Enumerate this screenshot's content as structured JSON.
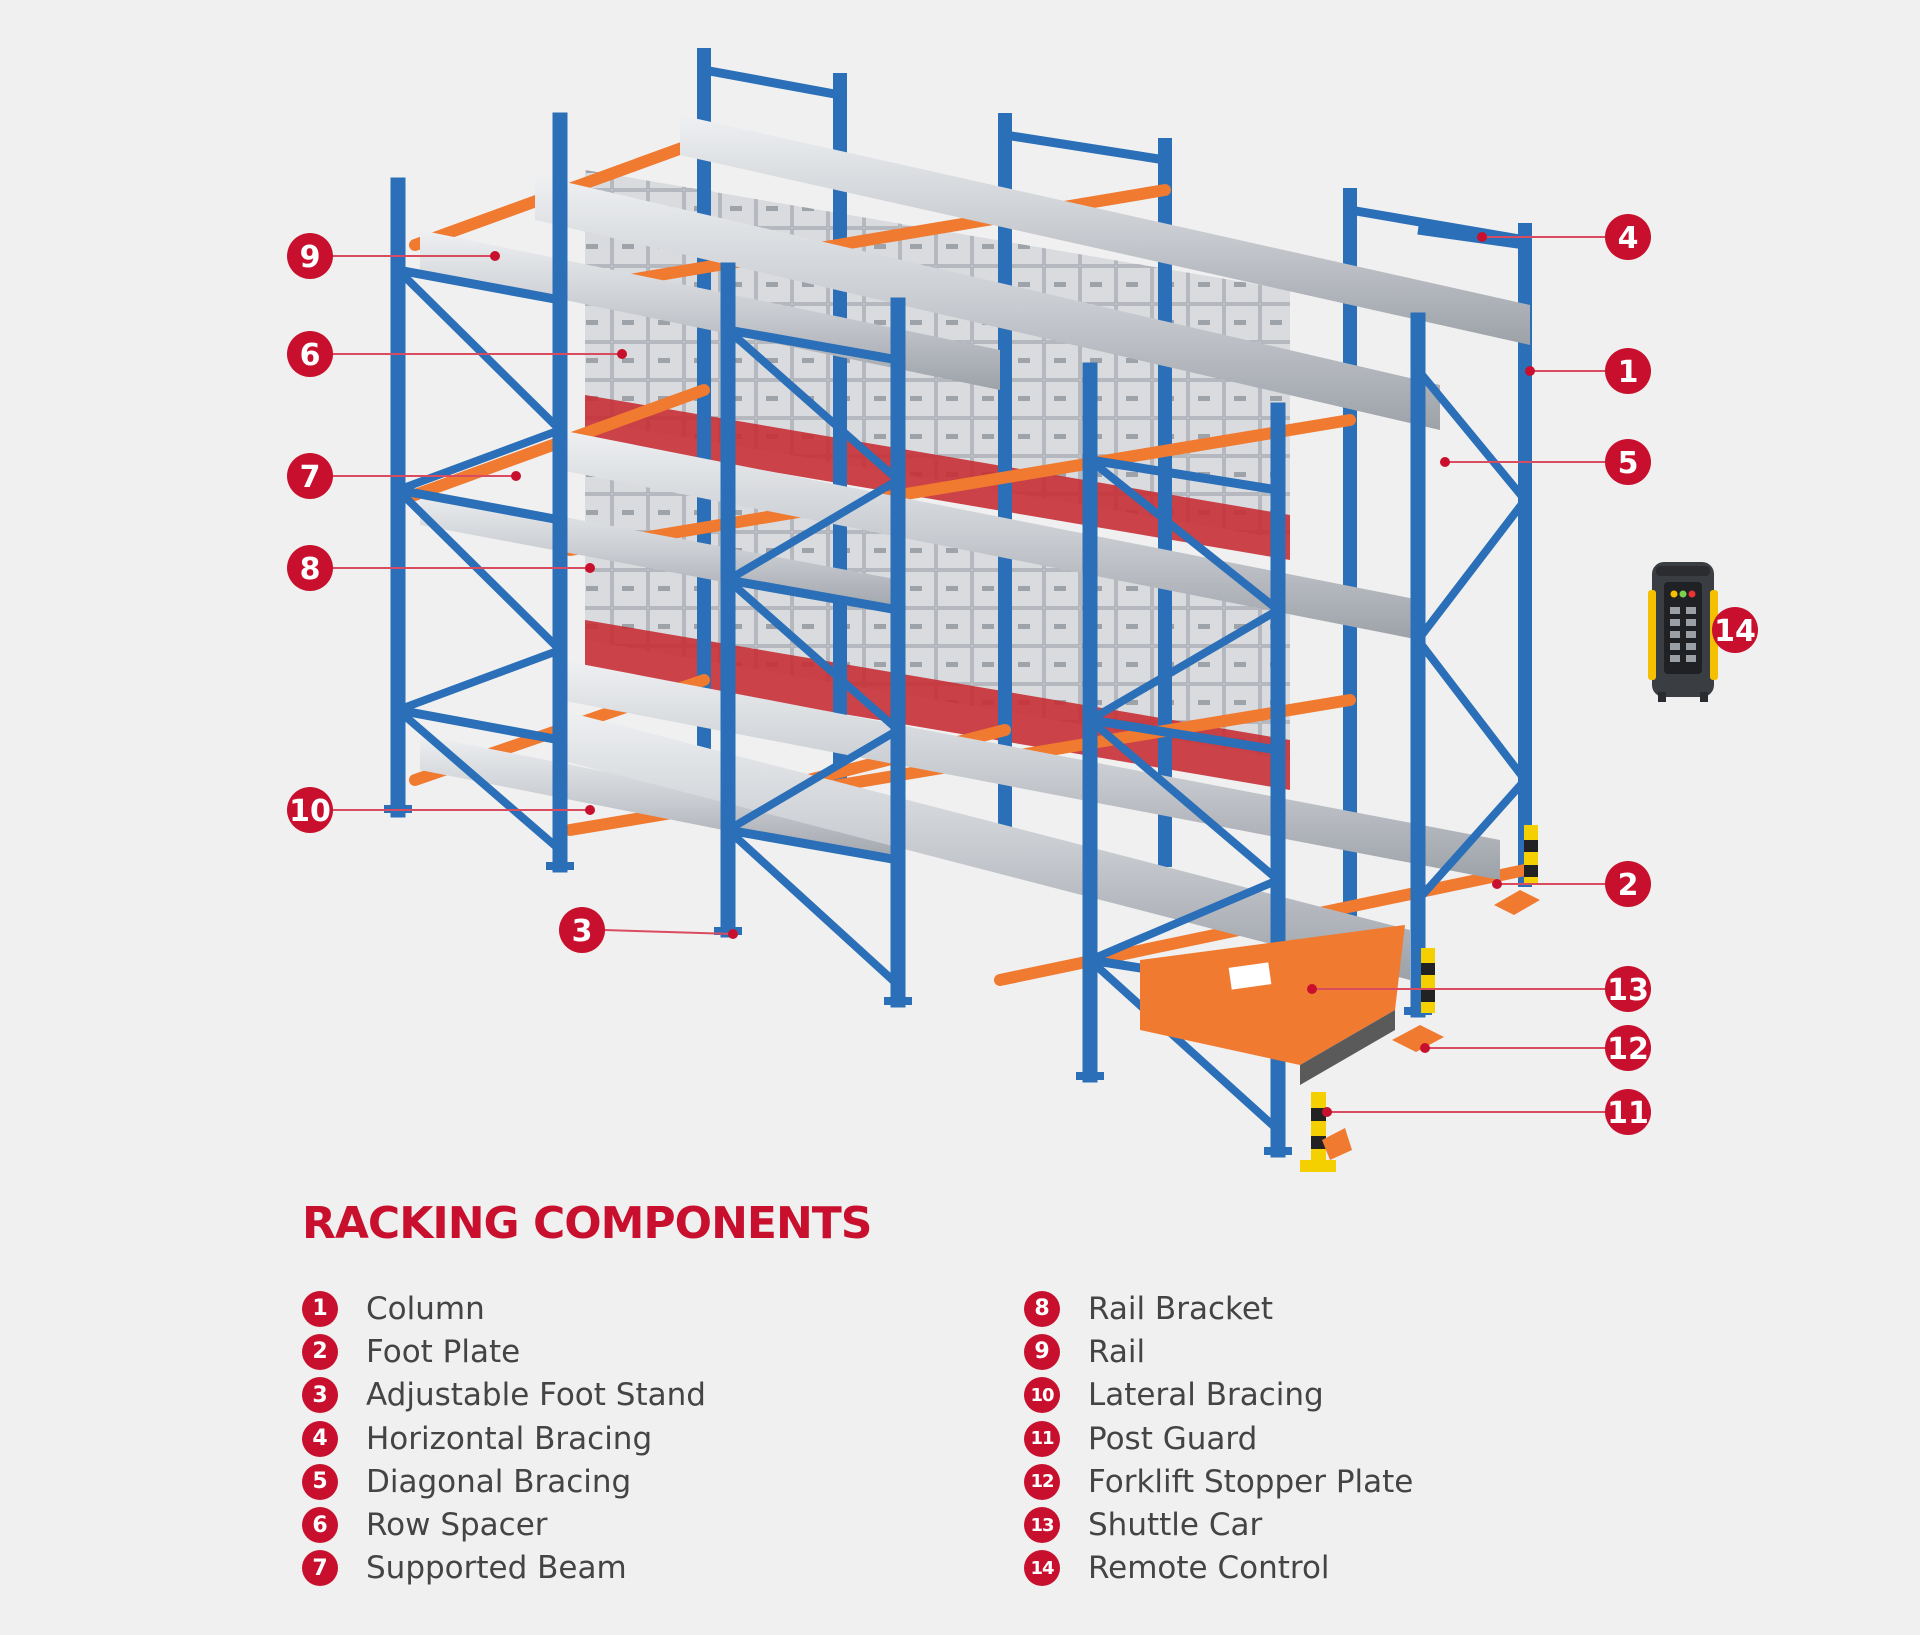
{
  "title": "RACKING COMPONENTS",
  "colors": {
    "accent": "#c8102e",
    "column_blue": "#2a6fb8",
    "beam_orange": "#f07a30",
    "rail_silver": "#c9ccd1",
    "carton": "#d8dadd",
    "pallet_red": "#c62f35",
    "background": "#f0f0f0"
  },
  "components": [
    {
      "number": "1",
      "name": "Column"
    },
    {
      "number": "2",
      "name": "Foot Plate"
    },
    {
      "number": "3",
      "name": "Adjustable Foot Stand"
    },
    {
      "number": "4",
      "name": "Horizontal Bracing"
    },
    {
      "number": "5",
      "name": "Diagonal Bracing"
    },
    {
      "number": "6",
      "name": "Row Spacer"
    },
    {
      "number": "7",
      "name": "Supported Beam"
    },
    {
      "number": "8",
      "name": "Rail Bracket"
    },
    {
      "number": "9",
      "name": "Rail"
    },
    {
      "number": "10",
      "name": "Lateral Bracing"
    },
    {
      "number": "11",
      "name": "Post Guard"
    },
    {
      "number": "12",
      "name": "Forklift Stopper Plate"
    },
    {
      "number": "13",
      "name": "Shuttle Car"
    },
    {
      "number": "14",
      "name": "Remote Control"
    }
  ],
  "illustration": {
    "subject": "pallet-shuttle-racking-system",
    "icons": [
      "shuttle-car-icon",
      "remote-control-icon",
      "post-guard-icon",
      "stopper-plate-icon"
    ]
  }
}
